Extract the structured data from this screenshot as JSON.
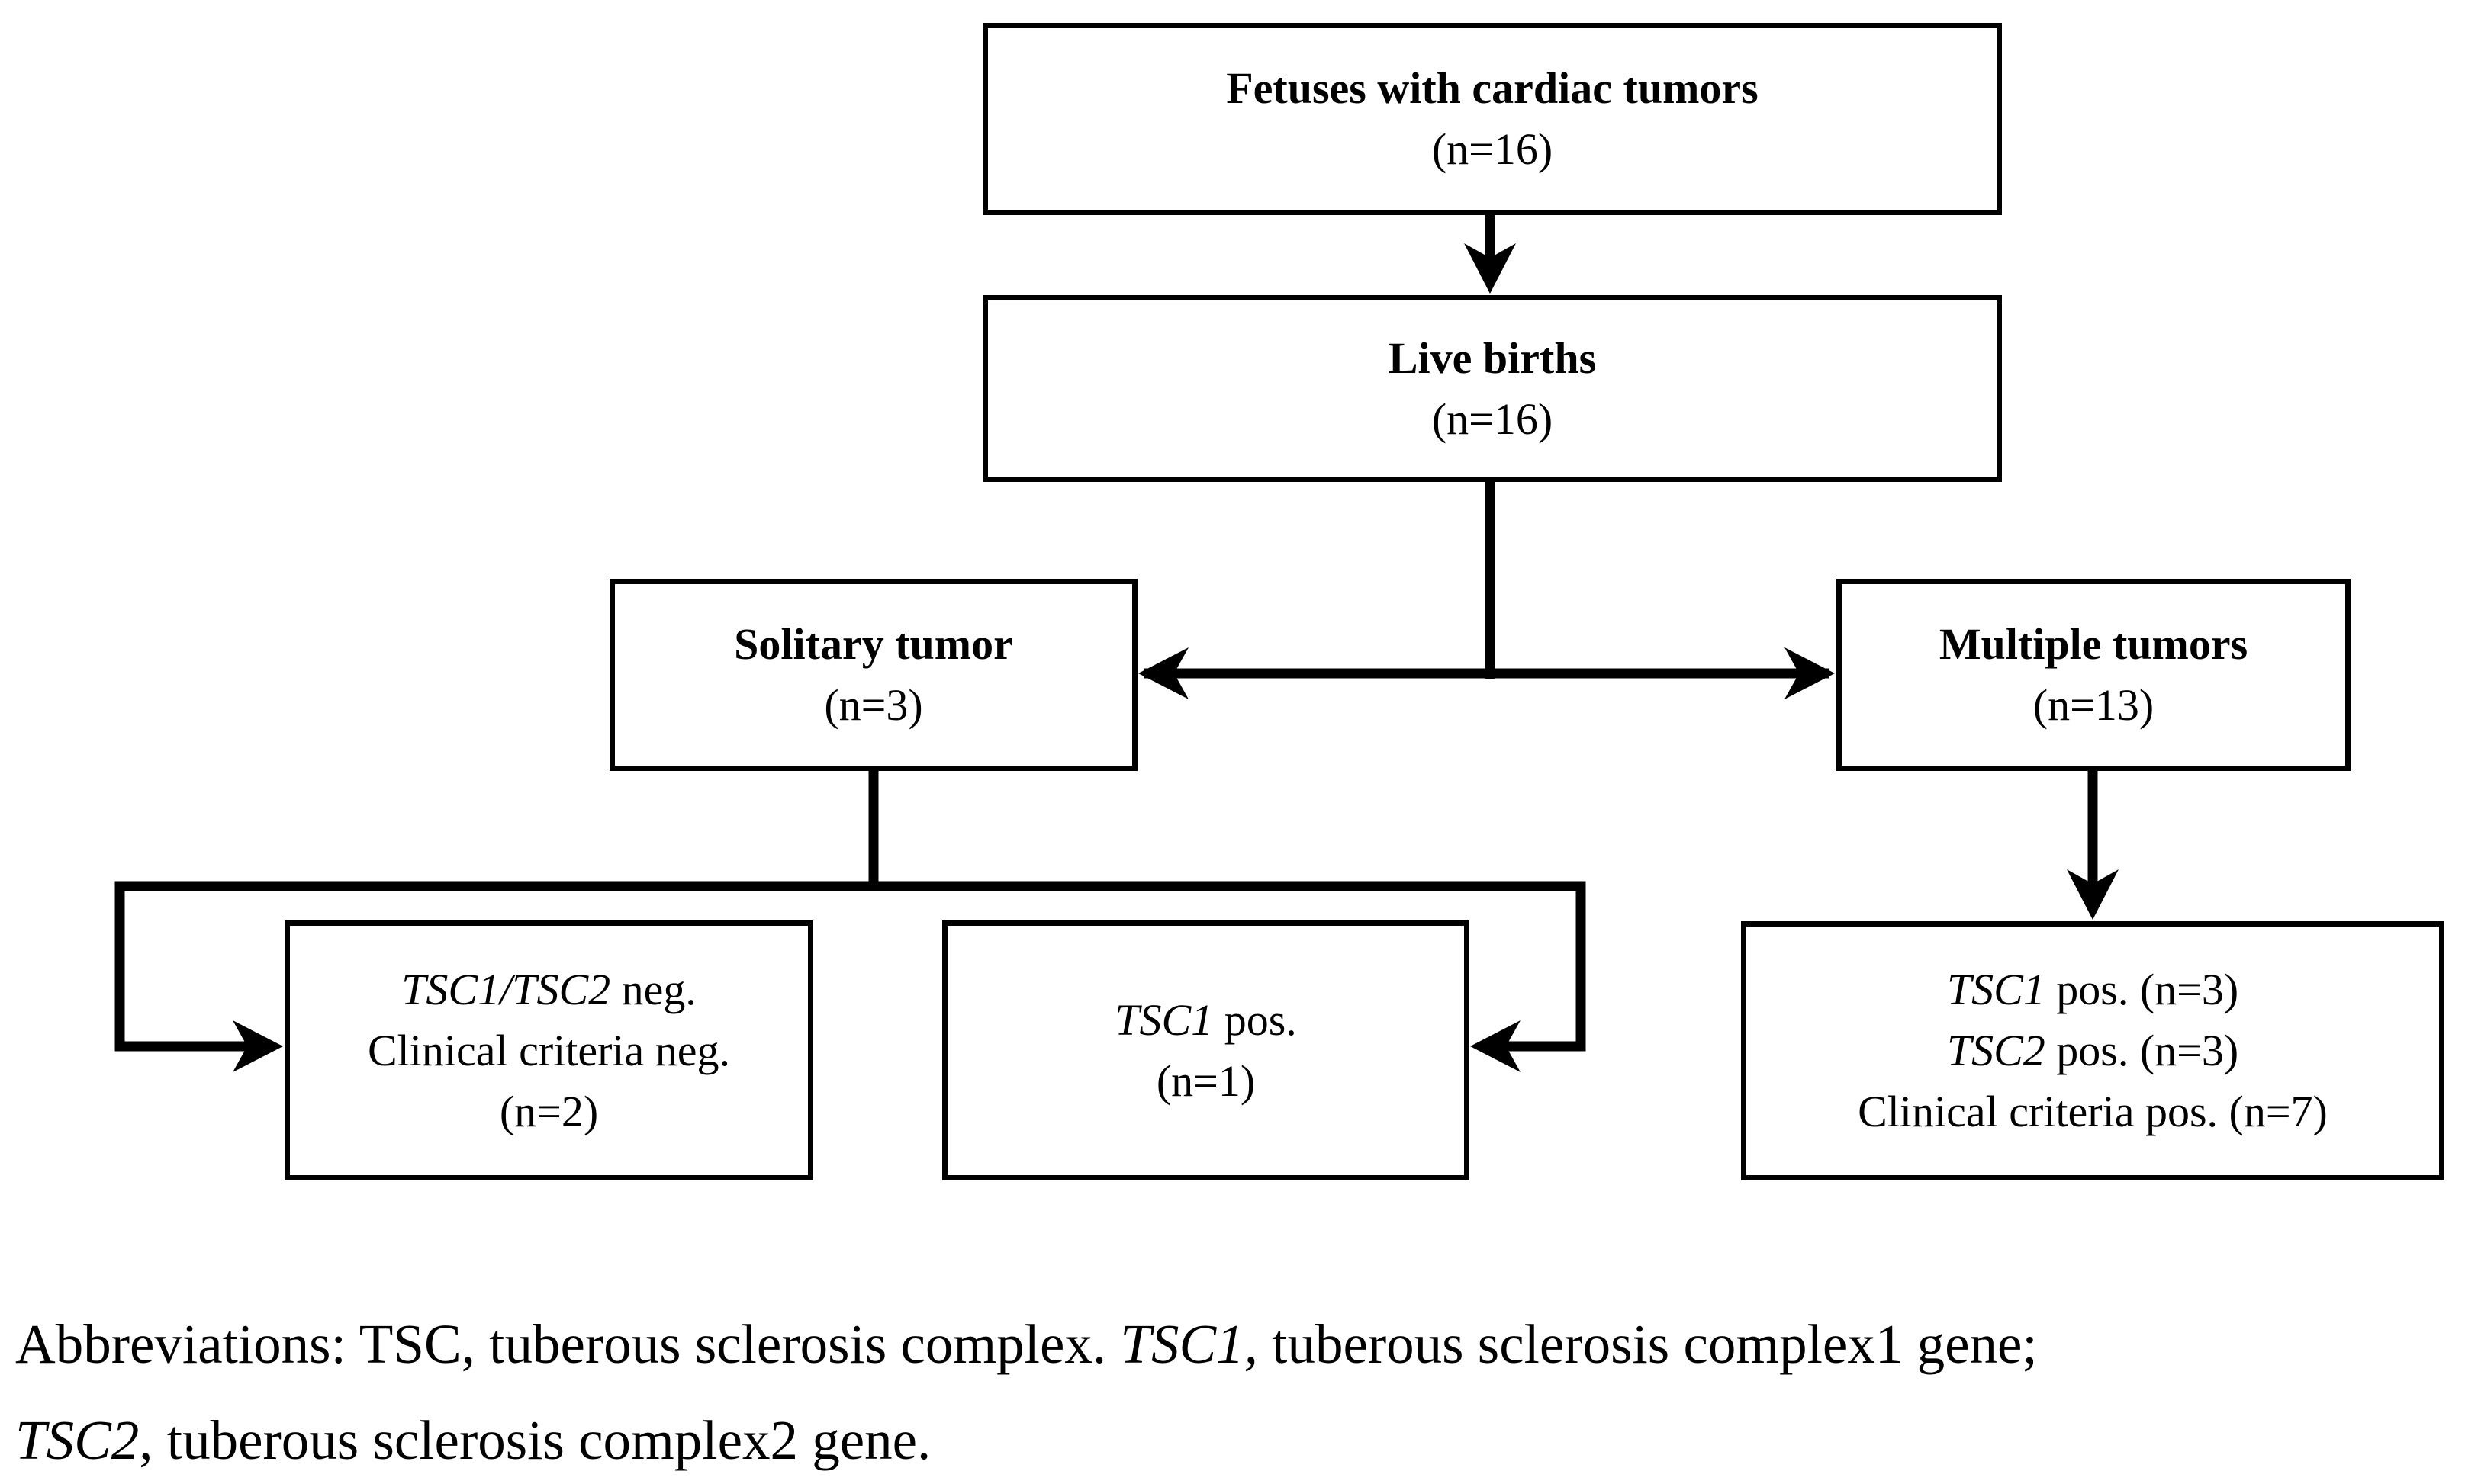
{
  "figure_type": "flowchart",
  "colors": {
    "ink": "#000000",
    "paper": "#ffffff"
  },
  "nodes": {
    "fetuses": {
      "title": "Fetuses with cardiac tumors",
      "count": "(n=16)"
    },
    "live_births": {
      "title": "Live births",
      "count": "(n=16)"
    },
    "solitary": {
      "title": "Solitary tumor",
      "count": "(n=3)"
    },
    "multiple": {
      "title": "Multiple tumors",
      "count": "(n=13)"
    },
    "solitary_neg": {
      "gene_italic": "TSC1/TSC2",
      "gene_rest": " neg.",
      "line2": "Clinical criteria neg.",
      "count": "(n=2)"
    },
    "solitary_pos": {
      "gene_italic": "TSC1",
      "gene_rest": " pos.",
      "count": "(n=1)"
    },
    "multiple_results": {
      "line1_italic": "TSC1",
      "line1_rest": " pos. (n=3)",
      "line2_italic": "TSC2",
      "line2_rest": " pos. (n=3)",
      "line3": "Clinical criteria pos. (n=7)"
    }
  },
  "edges": [
    {
      "from": "fetuses",
      "to": "live_births"
    },
    {
      "from": "live_births",
      "to": "solitary"
    },
    {
      "from": "live_births",
      "to": "multiple"
    },
    {
      "from": "solitary",
      "to": "solitary_neg"
    },
    {
      "from": "solitary",
      "to": "solitary_pos"
    },
    {
      "from": "multiple",
      "to": "multiple_results"
    }
  ],
  "caption": {
    "line1_part1": "Abbreviations: TSC, tuberous sclerosis complex. ",
    "line1_italic": "TSC1,",
    "line1_part2": " tuberous sclerosis complex1 gene;",
    "line2_italic": "TSC2",
    "line2_part2": ", tuberous sclerosis complex2 gene."
  }
}
